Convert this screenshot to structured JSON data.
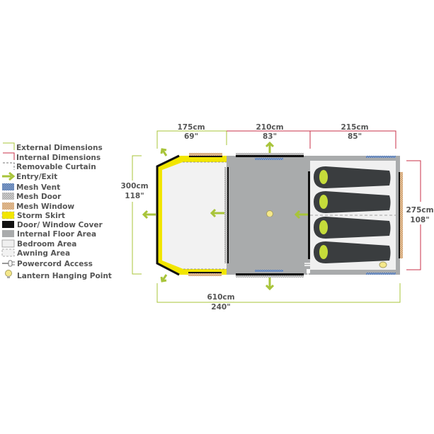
{
  "legend": [
    {
      "label": "External Dimensions",
      "icon": "external-dimension-icon"
    },
    {
      "label": "Internal Dimensions",
      "icon": "internal-dimension-icon"
    },
    {
      "label": "Removable Curtain",
      "icon": "curtain-icon"
    },
    {
      "label": "Entry/Exit",
      "icon": "arrow-icon"
    },
    {
      "label": "Mesh Vent",
      "icon": "mesh-vent-icon"
    },
    {
      "label": "Mesh Door",
      "icon": "mesh-door-icon"
    },
    {
      "label": "Mesh Window",
      "icon": "mesh-window-icon"
    },
    {
      "label": "Storm Skirt",
      "icon": "storm-skirt-icon"
    },
    {
      "label": "Door/ Window Cover",
      "icon": "cover-icon"
    },
    {
      "label": "Internal Floor Area",
      "icon": "floor-icon"
    },
    {
      "label": "Bedroom Area",
      "icon": "bedroom-icon"
    },
    {
      "label": "Awning Area",
      "icon": "awning-icon"
    },
    {
      "label": "Powercord Access",
      "icon": "powercord-icon"
    },
    {
      "label": "Lantern Hanging Point",
      "icon": "lantern-icon"
    }
  ],
  "dimensions": {
    "awning_cm": "175cm",
    "awning_in": "69\"",
    "living_cm": "210cm",
    "living_in": "83\"",
    "bedroom_cm": "215cm",
    "bedroom_in": "85\"",
    "height_cm": "300cm",
    "height_in": "118\"",
    "inner_cm": "275cm",
    "inner_in": "108\"",
    "length_cm": "610cm",
    "length_in": "240\""
  },
  "colors": {
    "green": "#a8c43a",
    "red": "#c8324a",
    "yellow": "#f2e600",
    "floor": "#a9abac",
    "bedroom": "#f0f0f0",
    "bag": "#3a3d3f",
    "vent": "#4b6fa8",
    "window": "#c9996a"
  }
}
